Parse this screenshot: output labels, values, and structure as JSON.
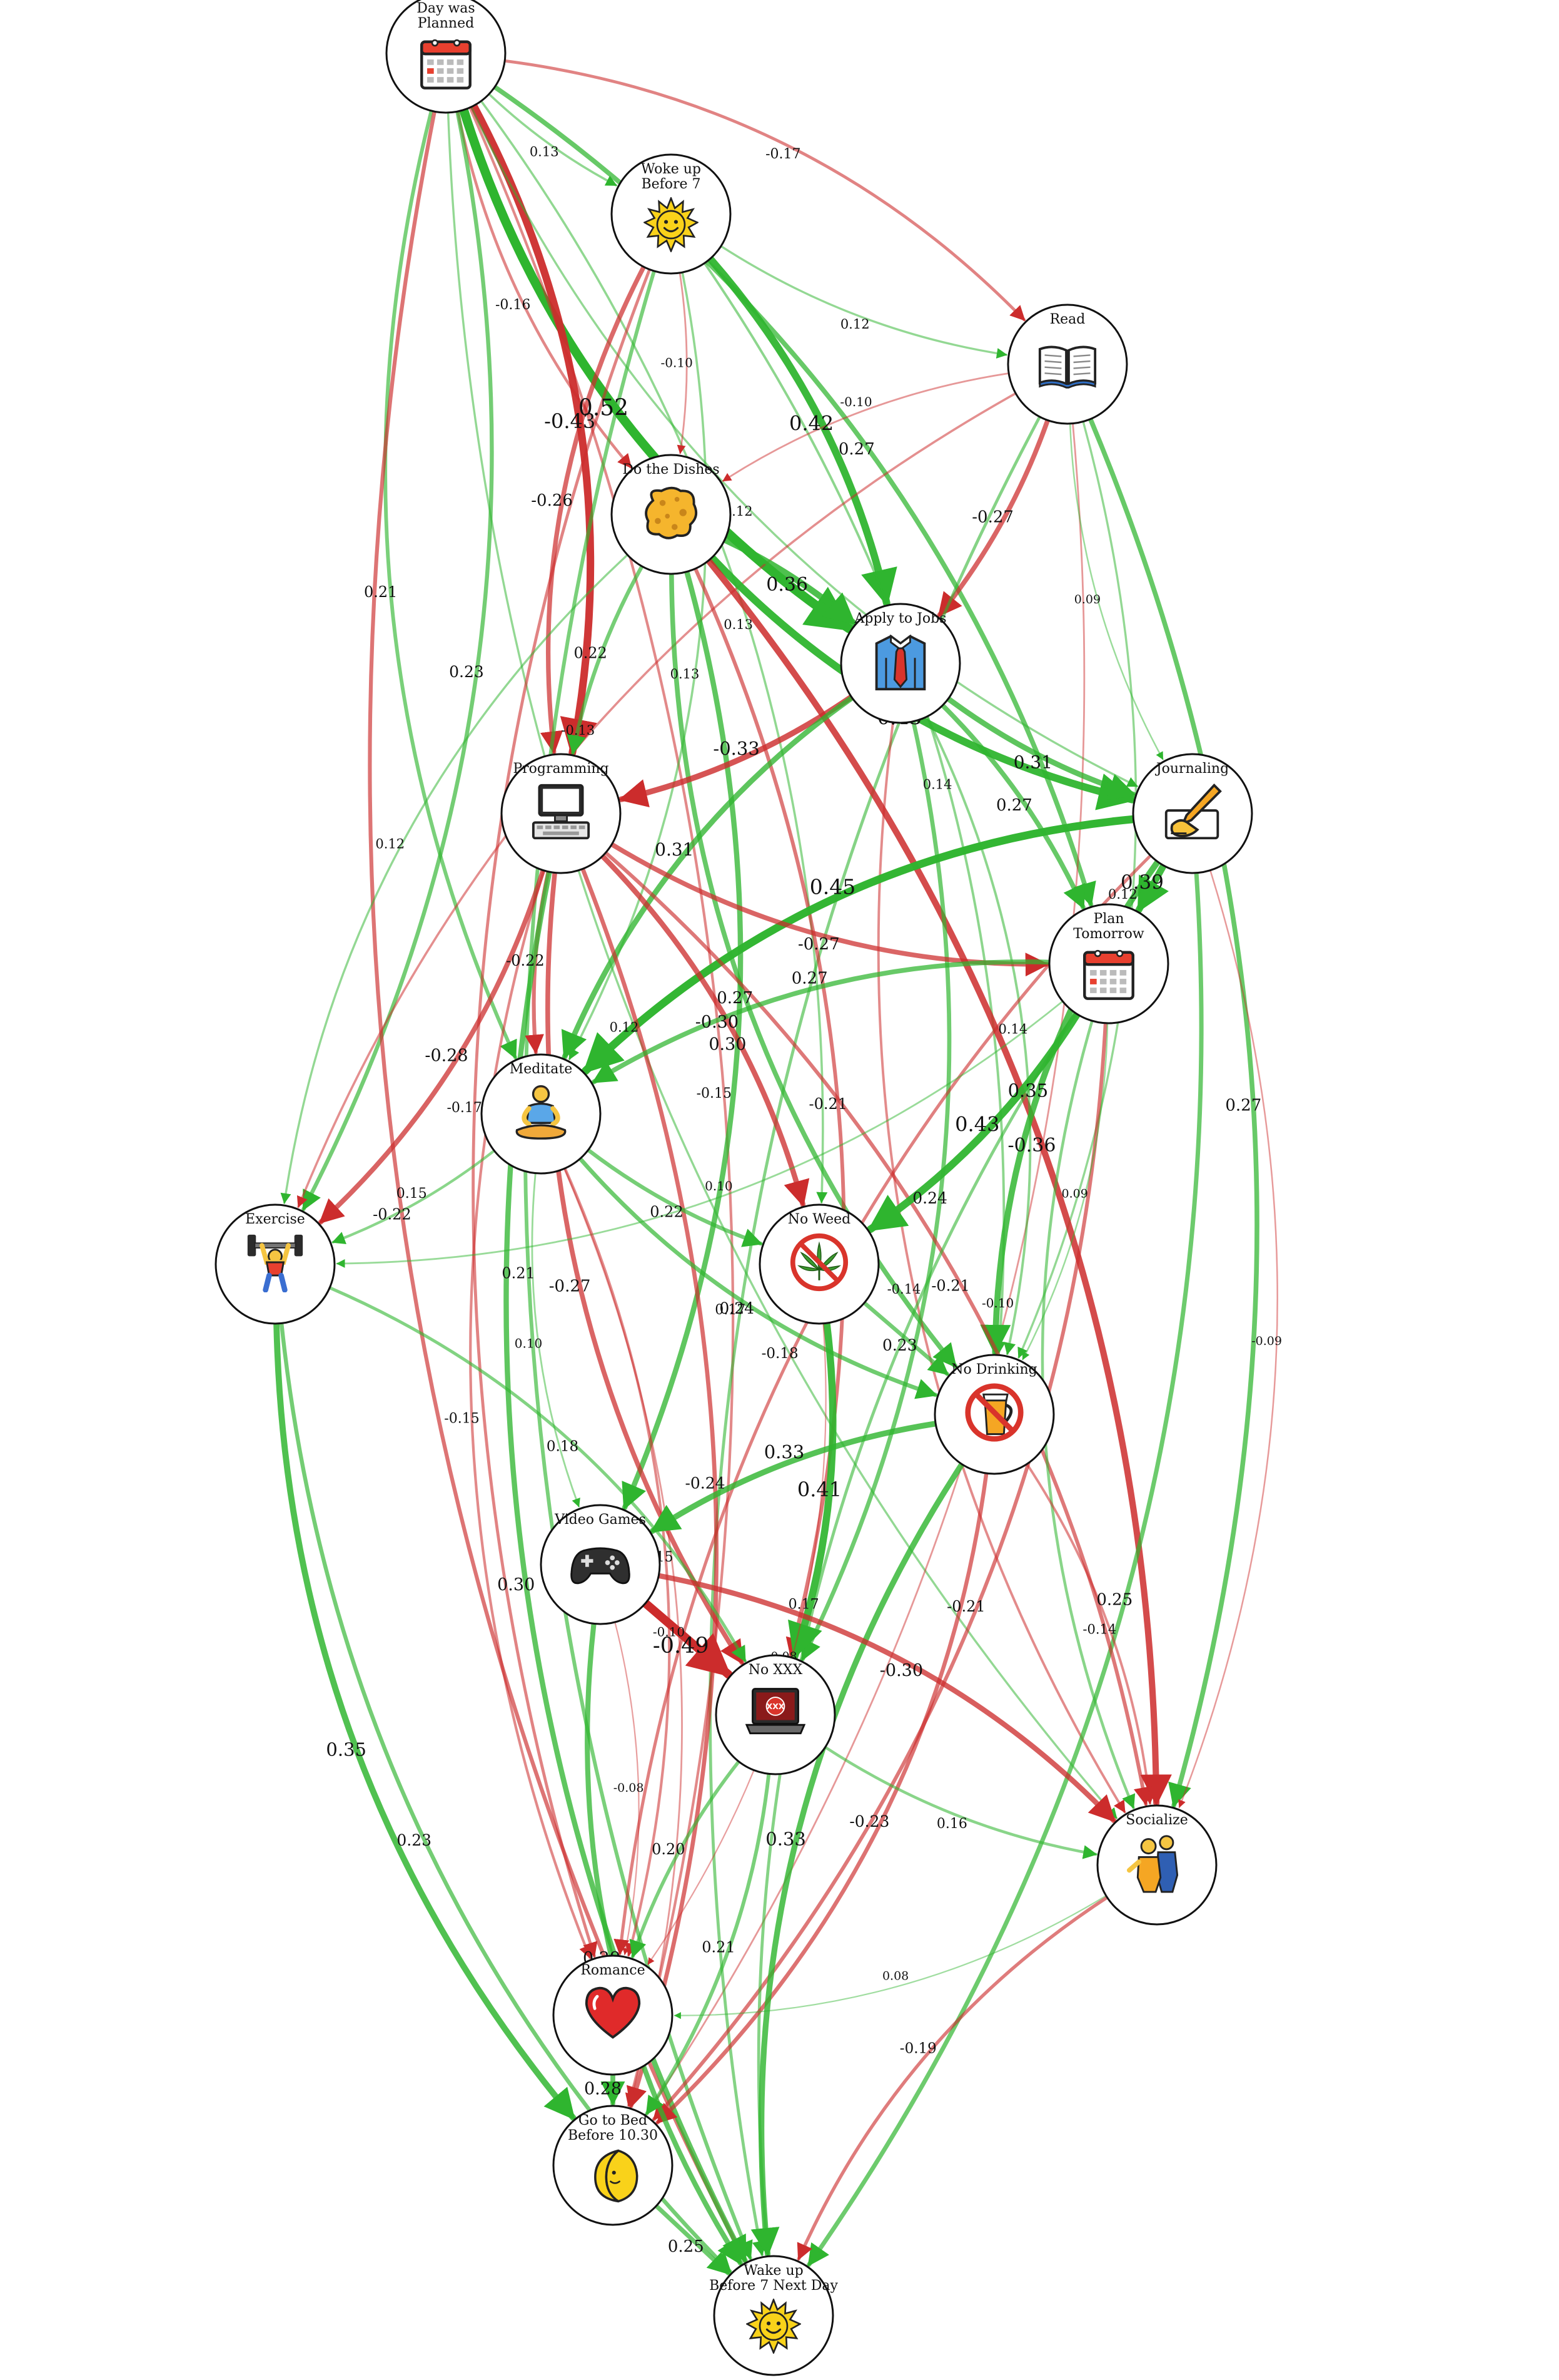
{
  "colors": {
    "positive": "#2fb52f",
    "negative": "#cc2c2c",
    "node_fill": "#ffffff",
    "node_stroke": "#111111"
  },
  "nodes": [
    {
      "id": "planned",
      "label": [
        "Day was",
        "Planned"
      ],
      "icon": "calendar-icon"
    },
    {
      "id": "woke",
      "label": [
        "Woke up",
        "Before 7"
      ],
      "icon": "sun-icon"
    },
    {
      "id": "read",
      "label": [
        "Read"
      ],
      "icon": "open-book-icon"
    },
    {
      "id": "dishes",
      "label": [
        "Do the Dishes"
      ],
      "icon": "sponge-icon"
    },
    {
      "id": "jobs",
      "label": [
        "Apply to Jobs"
      ],
      "icon": "shirt-tie-icon"
    },
    {
      "id": "journal",
      "label": [
        "Journaling"
      ],
      "icon": "writing-hand-icon"
    },
    {
      "id": "prog",
      "label": [
        "Programming"
      ],
      "icon": "computer-icon"
    },
    {
      "id": "plan",
      "label": [
        "Plan",
        "Tomorrow"
      ],
      "icon": "calendar-icon"
    },
    {
      "id": "meditate",
      "label": [
        "Meditate"
      ],
      "icon": "meditation-icon"
    },
    {
      "id": "exercise",
      "label": [
        "Exercise"
      ],
      "icon": "weightlifter-icon"
    },
    {
      "id": "noweed",
      "label": [
        "No Weed"
      ],
      "icon": "no-weed-icon"
    },
    {
      "id": "nodrink",
      "label": [
        "No Drinking"
      ],
      "icon": "no-drinking-icon"
    },
    {
      "id": "games",
      "label": [
        "Video Games"
      ],
      "icon": "gamepad-icon"
    },
    {
      "id": "noxxx",
      "label": [
        "No XXX"
      ],
      "icon": "laptop-xxx-icon"
    },
    {
      "id": "social",
      "label": [
        "Socialize"
      ],
      "icon": "people-icon"
    },
    {
      "id": "romance",
      "label": [
        "Romance"
      ],
      "icon": "heart-icon"
    },
    {
      "id": "bed",
      "label": [
        "Go to Bed",
        "Before 10.30"
      ],
      "icon": "moon-icon"
    },
    {
      "id": "wake",
      "label": [
        "Wake up",
        "Before 7 Next Day"
      ],
      "icon": "sun-icon"
    }
  ],
  "edges": [
    {
      "from": "planned",
      "to": "jobs",
      "weight": 0.52,
      "label": "0.52"
    },
    {
      "from": "planned",
      "to": "prog",
      "weight": -0.43,
      "label": "-0.43"
    },
    {
      "from": "planned",
      "to": "woke",
      "weight": 0.13,
      "label": "0.13"
    },
    {
      "from": "planned",
      "to": "read",
      "weight": -0.17,
      "label": "-0.17"
    },
    {
      "from": "planned",
      "to": "journal",
      "weight": 0.12,
      "label": "0.12"
    },
    {
      "from": "planned",
      "to": "plan",
      "weight": 0.27,
      "label": "0.27"
    },
    {
      "from": "planned",
      "to": "dishes",
      "weight": -0.16,
      "label": "-0.16"
    },
    {
      "from": "planned",
      "to": "exercise",
      "weight": 0.23,
      "label": "0.23"
    },
    {
      "from": "planned",
      "to": "meditate",
      "weight": 0.21,
      "label": "0.21"
    },
    {
      "from": "planned",
      "to": "noweed",
      "weight": 0.13,
      "label": "0.13"
    },
    {
      "from": "planned",
      "to": "wake",
      "weight": -0.22,
      "label": "-0.22"
    },
    {
      "from": "planned",
      "to": "bed",
      "weight": -0.15,
      "label": "-0.15"
    },
    {
      "from": "planned",
      "to": "social",
      "weight": 0.12,
      "label": "0.12"
    },
    {
      "from": "woke",
      "to": "jobs",
      "weight": 0.42,
      "label": "0.42"
    },
    {
      "from": "woke",
      "to": "prog",
      "weight": -0.26,
      "label": "-0.26"
    },
    {
      "from": "woke",
      "to": "dishes",
      "weight": -0.1,
      "label": "-0.10"
    },
    {
      "from": "woke",
      "to": "read",
      "weight": 0.12,
      "label": "0.12"
    },
    {
      "from": "woke",
      "to": "meditate",
      "weight": 0.13,
      "label": "0.13"
    },
    {
      "from": "woke",
      "to": "wake",
      "weight": 0.21,
      "label": "0.21"
    },
    {
      "from": "woke",
      "to": "nodrink",
      "weight": 0.14,
      "label": "0.14"
    },
    {
      "from": "woke",
      "to": "romance",
      "weight": -0.17,
      "label": "-0.17"
    },
    {
      "from": "read",
      "to": "jobs",
      "weight": -0.27,
      "label": "-0.27"
    },
    {
      "from": "read",
      "to": "dishes",
      "weight": -0.1,
      "label": "-0.10"
    },
    {
      "from": "read",
      "to": "bed",
      "weight": -0.1,
      "label": "-0.10"
    },
    {
      "from": "read",
      "to": "journal",
      "weight": 0.09,
      "label": "0.09"
    },
    {
      "from": "read",
      "to": "social",
      "weight": 0.27,
      "label": "0.27"
    },
    {
      "from": "read",
      "to": "wake",
      "weight": 0.17,
      "label": "0.17"
    },
    {
      "from": "read",
      "to": "nodrink",
      "weight": 0.12,
      "label": "0.12"
    },
    {
      "from": "read",
      "to": "exercise",
      "weight": -0.13,
      "label": "-0.13"
    },
    {
      "from": "dishes",
      "to": "jobs",
      "weight": 0.36,
      "label": "0.36"
    },
    {
      "from": "dishes",
      "to": "journal",
      "weight": 0.43,
      "label": "0.43"
    },
    {
      "from": "dishes",
      "to": "social",
      "weight": -0.36,
      "label": "-0.36"
    },
    {
      "from": "dishes",
      "to": "prog",
      "weight": 0.22,
      "label": "0.22"
    },
    {
      "from": "dishes",
      "to": "games",
      "weight": 0.3,
      "label": "0.30"
    },
    {
      "from": "dishes",
      "to": "nodrink",
      "weight": 0.27,
      "label": "0.27"
    },
    {
      "from": "dishes",
      "to": "noxxx",
      "weight": -0.21,
      "label": "-0.21"
    },
    {
      "from": "dishes",
      "to": "exercise",
      "weight": 0.12,
      "label": "0.12"
    },
    {
      "from": "jobs",
      "to": "prog",
      "weight": -0.33,
      "label": "-0.33"
    },
    {
      "from": "jobs",
      "to": "journal",
      "weight": 0.31,
      "label": "0.31"
    },
    {
      "from": "jobs",
      "to": "plan",
      "weight": 0.27,
      "label": "0.27"
    },
    {
      "from": "jobs",
      "to": "meditate",
      "weight": 0.31,
      "label": "0.31"
    },
    {
      "from": "jobs",
      "to": "nodrink",
      "weight": 0.14,
      "label": "0.14"
    },
    {
      "from": "jobs",
      "to": "social",
      "weight": -0.14,
      "label": "-0.14"
    },
    {
      "from": "jobs",
      "to": "noxxx",
      "weight": 0.24,
      "label": "0.24"
    },
    {
      "from": "journal",
      "to": "meditate",
      "weight": 0.45,
      "label": "0.45"
    },
    {
      "from": "journal",
      "to": "plan",
      "weight": 0.39,
      "label": "0.39"
    },
    {
      "from": "journal",
      "to": "nodrink",
      "weight": 0.35,
      "label": "0.35"
    },
    {
      "from": "journal",
      "to": "wake",
      "weight": 0.25,
      "label": "0.25"
    },
    {
      "from": "journal",
      "to": "romance",
      "weight": -0.18,
      "label": "-0.18"
    },
    {
      "from": "journal",
      "to": "social",
      "weight": -0.09,
      "label": "-0.09"
    },
    {
      "from": "prog",
      "to": "plan",
      "weight": -0.27,
      "label": "-0.27"
    },
    {
      "from": "prog",
      "to": "exercise",
      "weight": -0.28,
      "label": "-0.28"
    },
    {
      "from": "prog",
      "to": "meditate",
      "weight": -0.22,
      "label": "-0.22"
    },
    {
      "from": "prog",
      "to": "noweed",
      "weight": -0.3,
      "label": "-0.30"
    },
    {
      "from": "prog",
      "to": "noxxx",
      "weight": -0.27,
      "label": "-0.27"
    },
    {
      "from": "prog",
      "to": "bed",
      "weight": -0.24,
      "label": "-0.24"
    },
    {
      "from": "prog",
      "to": "wake",
      "weight": 0.3,
      "label": "0.30"
    },
    {
      "from": "prog",
      "to": "social",
      "weight": -0.21,
      "label": "-0.21"
    },
    {
      "from": "prog",
      "to": "romance",
      "weight": -0.15,
      "label": "-0.15"
    },
    {
      "from": "plan",
      "to": "noweed",
      "weight": 0.43,
      "label": "0.43"
    },
    {
      "from": "plan",
      "to": "meditate",
      "weight": 0.27,
      "label": "0.27"
    },
    {
      "from": "plan",
      "to": "bed",
      "weight": -0.21,
      "label": "-0.21"
    },
    {
      "from": "plan",
      "to": "social",
      "weight": 0.16,
      "label": "0.16"
    },
    {
      "from": "plan",
      "to": "nodrink",
      "weight": 0.09,
      "label": "0.09"
    },
    {
      "from": "plan",
      "to": "wake",
      "weight": 0.17,
      "label": "0.17"
    },
    {
      "from": "plan",
      "to": "exercise",
      "weight": 0.1,
      "label": "0.10"
    },
    {
      "from": "meditate",
      "to": "noweed",
      "weight": 0.22,
      "label": "0.22"
    },
    {
      "from": "meditate",
      "to": "exercise",
      "weight": 0.15,
      "label": "0.15"
    },
    {
      "from": "meditate",
      "to": "nodrink",
      "weight": 0.24,
      "label": "0.24"
    },
    {
      "from": "meditate",
      "to": "romance",
      "weight": -0.15,
      "label": "-0.15"
    },
    {
      "from": "meditate",
      "to": "games",
      "weight": 0.1,
      "label": "0.10"
    },
    {
      "from": "meditate",
      "to": "bed",
      "weight": -0.1,
      "label": "-0.10"
    },
    {
      "from": "exercise",
      "to": "bed",
      "weight": 0.35,
      "label": "0.35"
    },
    {
      "from": "exercise",
      "to": "noxxx",
      "weight": 0.18,
      "label": "0.18"
    },
    {
      "from": "exercise",
      "to": "wake",
      "weight": 0.23,
      "label": "0.23"
    },
    {
      "from": "noweed",
      "to": "noxxx",
      "weight": 0.41,
      "label": "0.41"
    },
    {
      "from": "noweed",
      "to": "nodrink",
      "weight": 0.23,
      "label": "0.23"
    },
    {
      "from": "noweed",
      "to": "romance",
      "weight": -0.08,
      "label": "-0.08"
    },
    {
      "from": "nodrink",
      "to": "games",
      "weight": 0.33,
      "label": "0.33"
    },
    {
      "from": "nodrink",
      "to": "bed",
      "weight": -0.23,
      "label": "-0.23"
    },
    {
      "from": "nodrink",
      "to": "wake",
      "weight": 0.33,
      "label": "0.33"
    },
    {
      "from": "nodrink",
      "to": "social",
      "weight": -0.14,
      "label": "-0.14"
    },
    {
      "from": "games",
      "to": "noxxx",
      "weight": -0.49,
      "label": "-0.49"
    },
    {
      "from": "games",
      "to": "social",
      "weight": -0.3,
      "label": "-0.30"
    },
    {
      "from": "games",
      "to": "wake",
      "weight": 0.29,
      "label": "0.29"
    },
    {
      "from": "games",
      "to": "romance",
      "weight": -0.08,
      "label": "-0.08"
    },
    {
      "from": "noxxx",
      "to": "romance",
      "weight": 0.2,
      "label": "0.20"
    },
    {
      "from": "noxxx",
      "to": "bed",
      "weight": 0.21,
      "label": "0.21"
    },
    {
      "from": "noxxx",
      "to": "social",
      "weight": 0.16,
      "label": "0.16"
    },
    {
      "from": "social",
      "to": "romance",
      "weight": 0.08,
      "label": "0.08"
    },
    {
      "from": "social",
      "to": "wake",
      "weight": -0.19,
      "label": "-0.19"
    },
    {
      "from": "romance",
      "to": "bed",
      "weight": 0.28,
      "label": "0.28"
    },
    {
      "from": "bed",
      "to": "wake",
      "weight": 0.25,
      "label": "0.25"
    }
  ]
}
